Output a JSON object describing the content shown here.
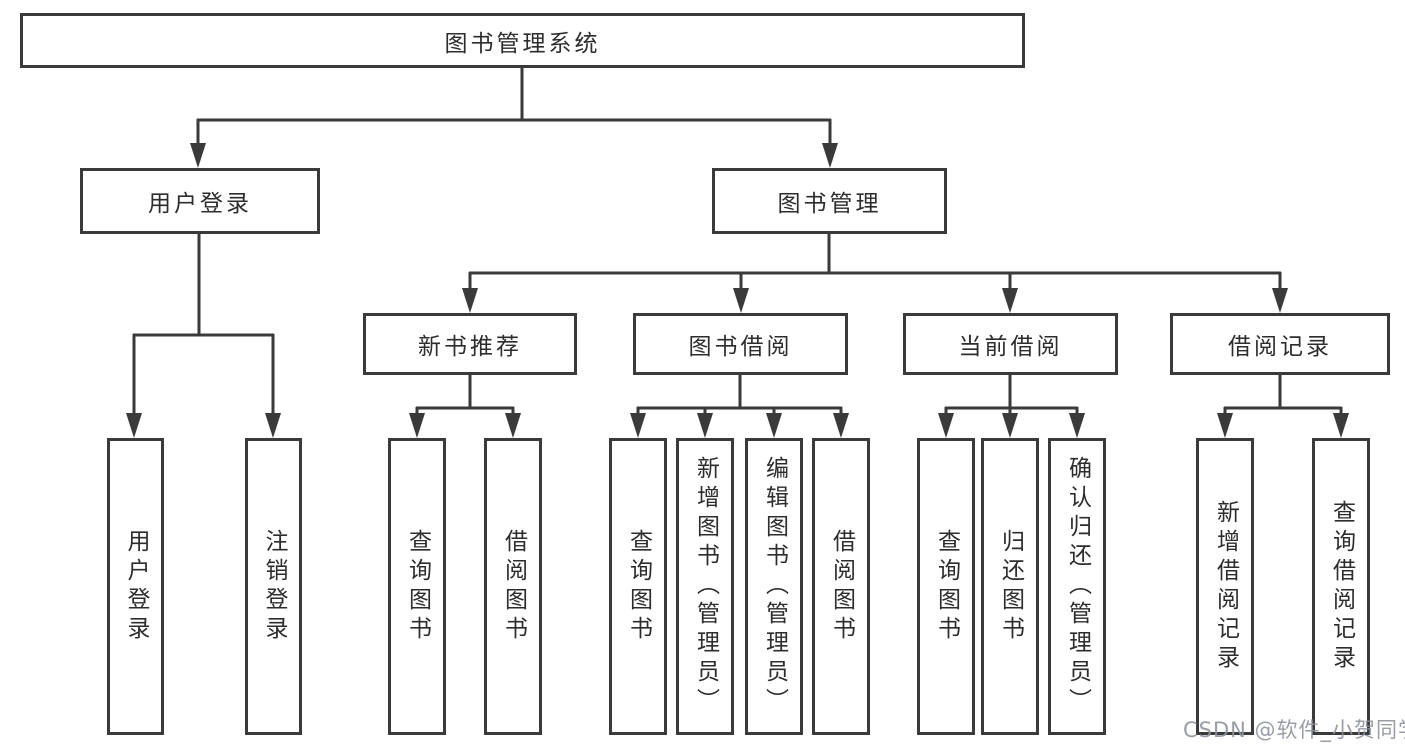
{
  "root": {
    "label": "图书管理系统"
  },
  "branches": [
    {
      "label": "用户登录",
      "children": [
        {
          "label": "用户登录"
        },
        {
          "label": "注销登录"
        }
      ]
    },
    {
      "label": "图书管理",
      "children": [
        {
          "label": "新书推荐",
          "children": [
            {
              "label": "查询图书"
            },
            {
              "label": "借阅图书"
            }
          ]
        },
        {
          "label": "图书借阅",
          "children": [
            {
              "label": "查询图书"
            },
            {
              "label": "新增图书（管理员）"
            },
            {
              "label": "编辑图书（管理员）"
            },
            {
              "label": "借阅图书"
            }
          ]
        },
        {
          "label": "当前借阅",
          "children": [
            {
              "label": "查询图书"
            },
            {
              "label": "归还图书"
            },
            {
              "label": "确认归还（管理员）"
            }
          ]
        },
        {
          "label": "借阅记录",
          "children": [
            {
              "label": "新增借阅记录"
            },
            {
              "label": "查询借阅记录"
            }
          ]
        }
      ]
    }
  ],
  "watermark": "CSDN @软件_小贺同学",
  "colors": {
    "line": "#3a3a3a",
    "text": "#2d2d2d",
    "background": "#ffffff",
    "watermark": "#8e929b"
  }
}
